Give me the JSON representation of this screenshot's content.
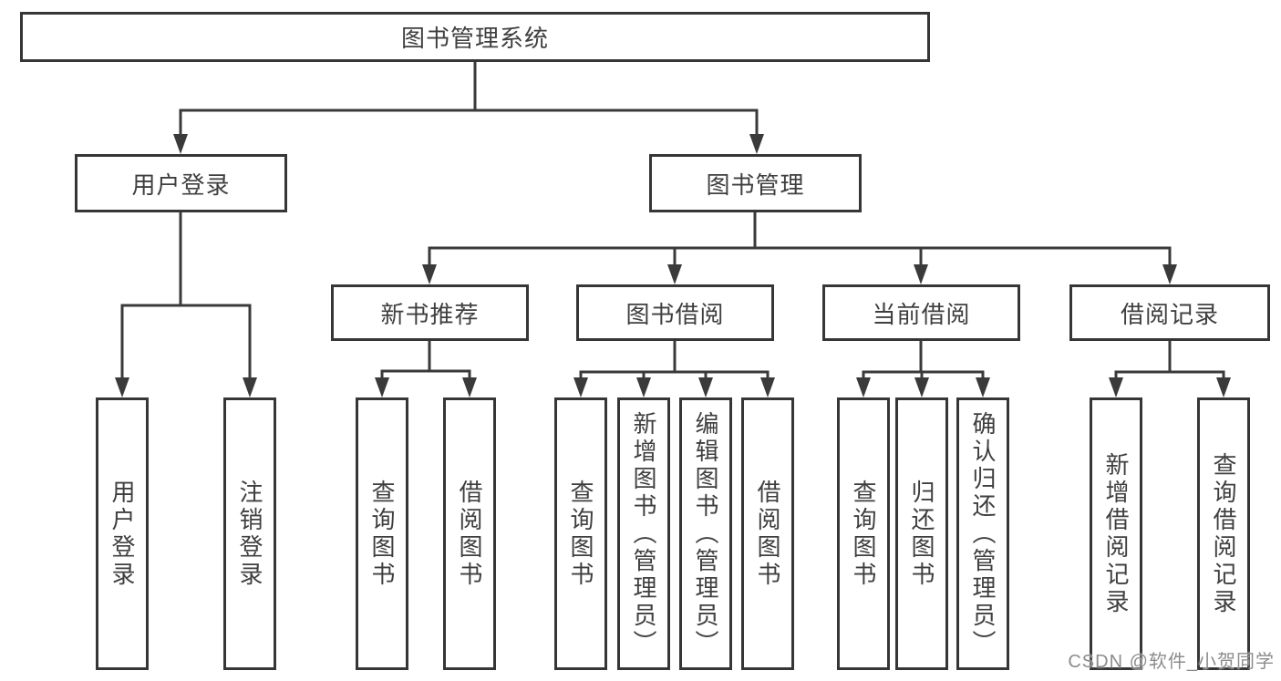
{
  "diagram": {
    "root": "图书管理系统",
    "branches": [
      {
        "label": "用户登录",
        "children": [
          "用户登录",
          "注销登录"
        ]
      },
      {
        "label": "图书管理",
        "groups": [
          {
            "label": "新书推荐",
            "children": [
              "查询图书",
              "借阅图书"
            ]
          },
          {
            "label": "图书借阅",
            "children": [
              "查询图书",
              "新增图书（管理员）",
              "编辑图书（管理员）",
              "借阅图书"
            ]
          },
          {
            "label": "当前借阅",
            "children": [
              "查询图书",
              "归还图书",
              "确认归还（管理员）"
            ]
          },
          {
            "label": "借阅记录",
            "children": [
              "新增借阅记录",
              "查询借阅记录"
            ]
          }
        ]
      }
    ]
  },
  "watermark": {
    "text": "CSDN @软件_小贺同学"
  },
  "colors": {
    "line": "#3a3a3a",
    "border": "#363636",
    "text": "#3f3f3f",
    "watermark": "#8c8c8c",
    "background": "#ffffff"
  }
}
